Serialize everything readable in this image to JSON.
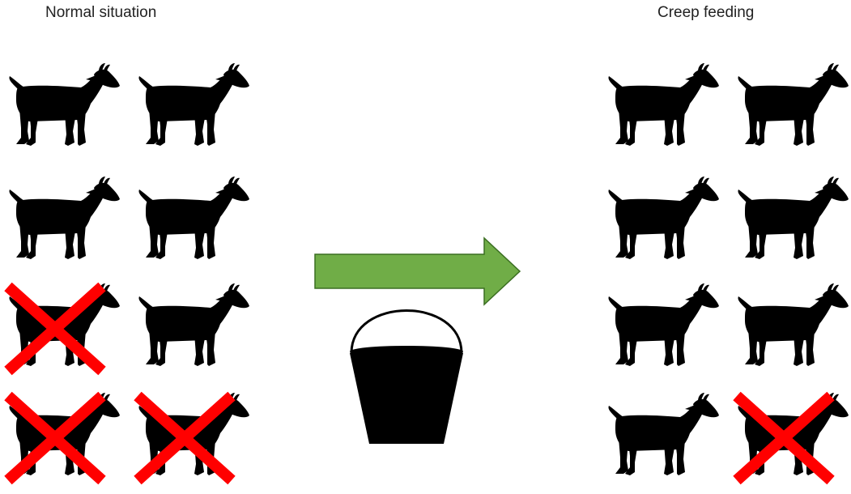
{
  "left_panel": {
    "title": "Normal situation",
    "grid": [
      [
        {
          "state": "alive"
        },
        {
          "state": "alive"
        }
      ],
      [
        {
          "state": "alive"
        },
        {
          "state": "alive"
        }
      ],
      [
        {
          "state": "dead"
        },
        {
          "state": "alive"
        }
      ],
      [
        {
          "state": "dead"
        },
        {
          "state": "dead"
        }
      ]
    ]
  },
  "right_panel": {
    "title": "Creep feeding",
    "grid": [
      [
        {
          "state": "alive"
        },
        {
          "state": "alive"
        }
      ],
      [
        {
          "state": "alive"
        },
        {
          "state": "alive"
        }
      ],
      [
        {
          "state": "alive"
        },
        {
          "state": "alive"
        }
      ],
      [
        {
          "state": "alive"
        },
        {
          "state": "dead"
        }
      ]
    ]
  },
  "center": {
    "arrow_icon": "right-arrow-icon",
    "bucket_icon": "bucket-icon"
  },
  "colors": {
    "goat": "#000000",
    "cross": "#ff0000",
    "arrow_fill": "#70ad47",
    "arrow_stroke": "#3b6e22"
  }
}
